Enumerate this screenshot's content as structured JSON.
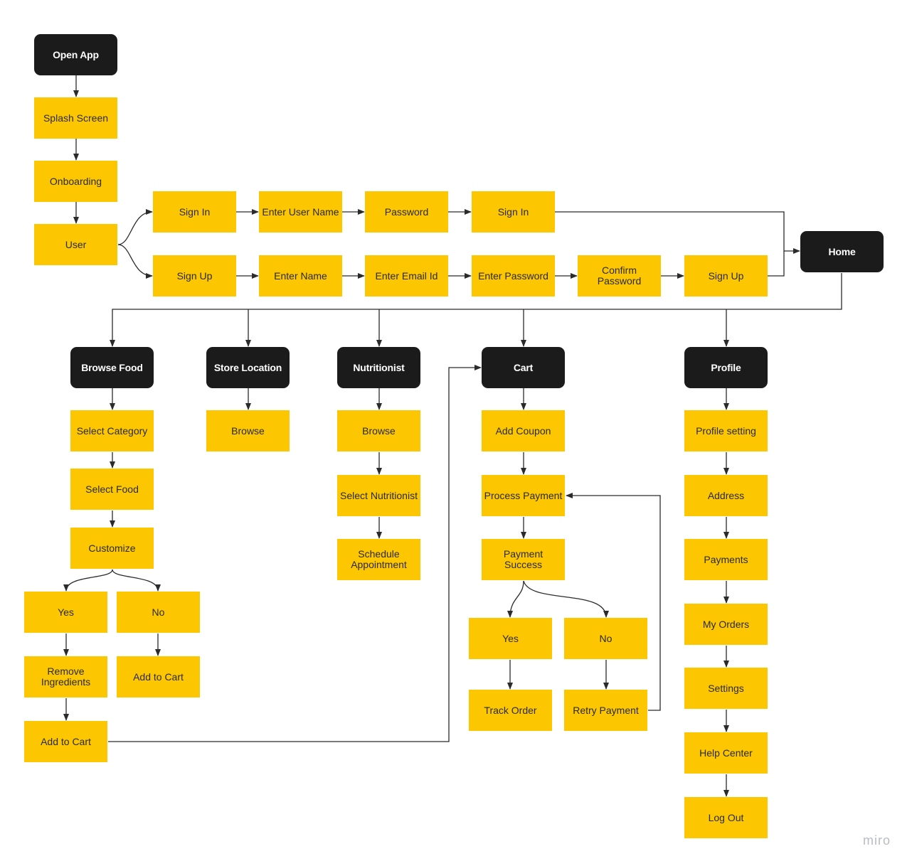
{
  "nodes": {
    "open_app": "Open App",
    "splash": "Splash Screen",
    "onboarding": "Onboarding",
    "user": "User",
    "sign_in": "Sign In",
    "enter_user_name": "Enter User Name",
    "password": "Password",
    "sign_in_submit": "Sign In",
    "sign_up": "Sign Up",
    "enter_name": "Enter Name",
    "enter_email": "Enter Email Id",
    "enter_password": "Enter Password",
    "confirm_password": "Confirm\nPassword",
    "sign_up_submit": "Sign Up",
    "home": "Home",
    "browse_food": "Browse Food",
    "store_location": "Store Location",
    "nutritionist": "Nutritionist",
    "cart": "Cart",
    "profile": "Profile",
    "select_category": "Select Category",
    "select_food": "Select Food",
    "customize": "Customize",
    "customize_yes": "Yes",
    "customize_no": "No",
    "remove_ingredients": "Remove\nIngredients",
    "add_to_cart_no": "Add to Cart",
    "add_to_cart_yes": "Add to Cart",
    "store_browse": "Browse",
    "nutri_browse": "Browse",
    "select_nutritionist": "Select Nutritionist",
    "schedule_appointment": "Schedule\nAppointment",
    "add_coupon": "Add Coupon",
    "process_payment": "Process Payment",
    "payment_success": "Payment\nSuccess",
    "payment_yes": "Yes",
    "payment_no": "No",
    "track_order": "Track Order",
    "retry_payment": "Retry Payment",
    "profile_setting": "Profile setting",
    "address": "Address",
    "payments": "Payments",
    "my_orders": "My Orders",
    "settings": "Settings",
    "help_center": "Help Center",
    "log_out": "Log Out"
  },
  "brand": "miro",
  "colors": {
    "step_fill": "#fcc600",
    "hub_fill": "#1b1b1b",
    "connector": "#2b2b2b",
    "brand_text": "#b9bcc4"
  }
}
